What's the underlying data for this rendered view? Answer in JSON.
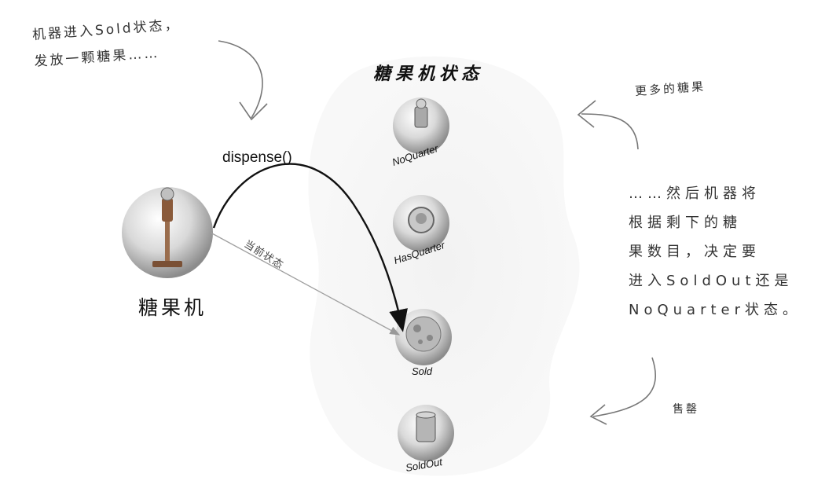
{
  "notes": {
    "top_line1": "机器进入Sold状态，",
    "top_line2": "发放一颗糖果……",
    "more": "更多的糖果",
    "right_lines": [
      "……然后机器将",
      "根据剩下的糖",
      "果数目，决定要",
      "进入SoldOut还是",
      "NoQuarter状态。"
    ],
    "sold_out": "售罄"
  },
  "title": "糖果机状态",
  "machine": {
    "label": "糖果机"
  },
  "transition": {
    "method": "dispense()",
    "current_state": "当前状态"
  },
  "states": [
    {
      "name": "NoQuarter",
      "icon": "gumball-machine-icon"
    },
    {
      "name": "HasQuarter",
      "icon": "quarter-coin-icon"
    },
    {
      "name": "Sold",
      "icon": "gumball-icon"
    },
    {
      "name": "SoldOut",
      "icon": "empty-machine-icon"
    }
  ]
}
